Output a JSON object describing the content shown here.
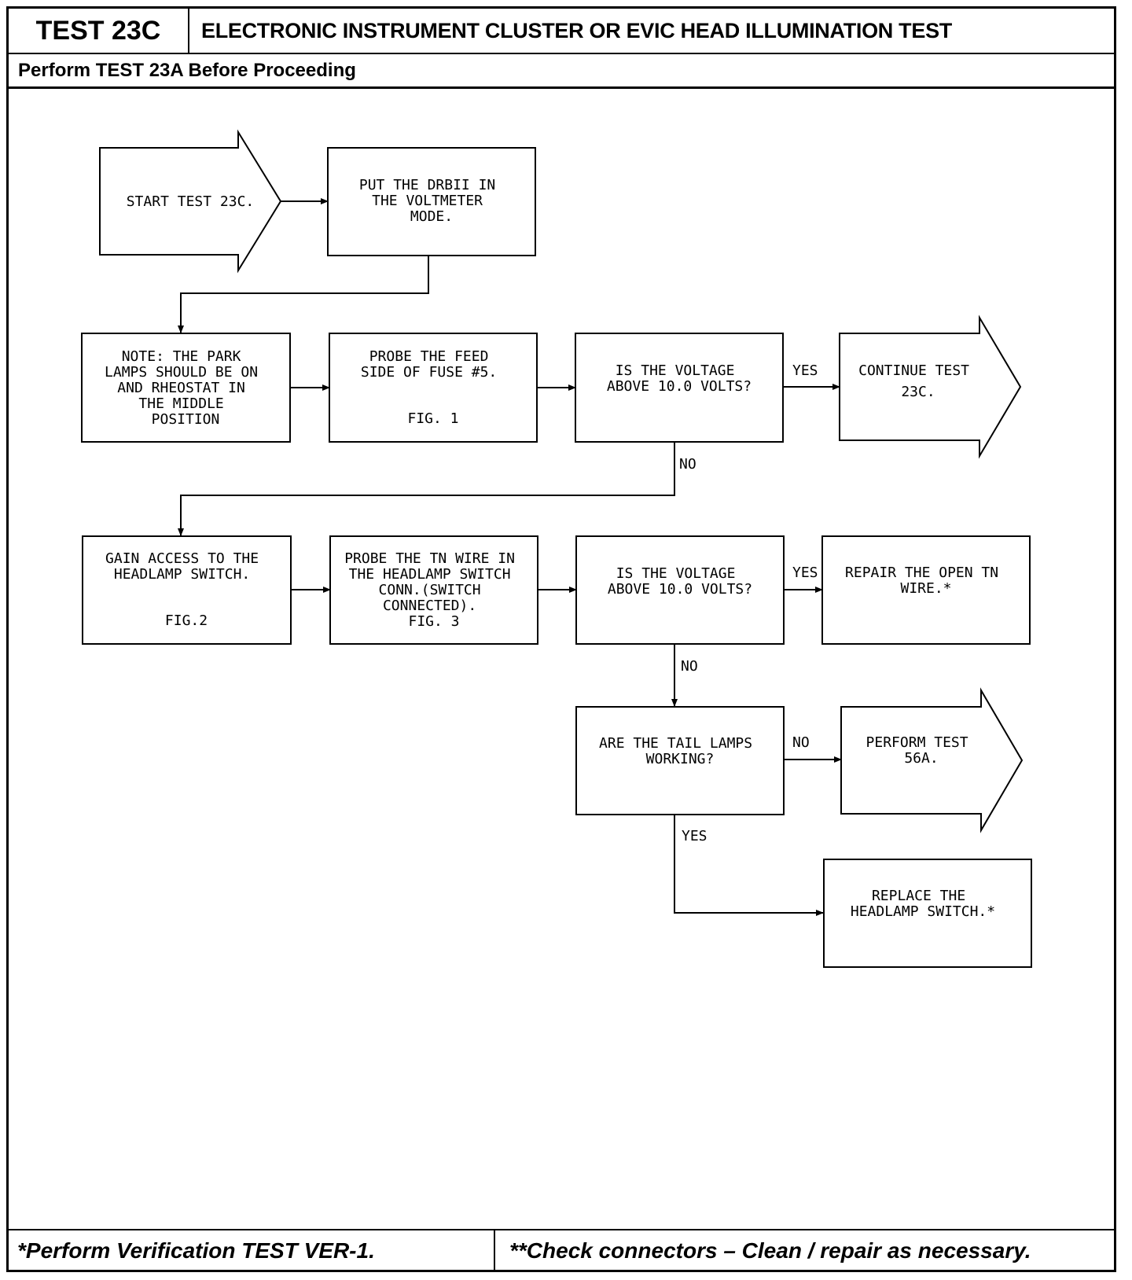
{
  "header": {
    "test_id": "TEST 23C",
    "title": "ELECTRONIC INSTRUMENT CLUSTER OR EVIC HEAD ILLUMINATION TEST",
    "prerequisite": "Perform TEST 23A Before Proceeding"
  },
  "flowchart": {
    "start": [
      "START TEST 23C."
    ],
    "put_drbii": [
      "PUT THE DRBII IN",
      "THE VOLTMETER",
      "MODE."
    ],
    "note_park": [
      "NOTE: THE PARK",
      "LAMPS SHOULD BE ON",
      "AND RHEOSTAT IN",
      "THE MIDDLE",
      "POSITION"
    ],
    "probe_feed": [
      "PROBE THE FEED",
      "SIDE OF FUSE #5."
    ],
    "probe_feed_fig": "FIG. 1",
    "q_voltage_1": [
      "IS THE VOLTAGE",
      "ABOVE 10.0 VOLTS?"
    ],
    "continue": [
      "CONTINUE TEST",
      "23C."
    ],
    "gain_access": [
      "GAIN ACCESS TO THE",
      "HEADLAMP SWITCH."
    ],
    "gain_access_fig": "FIG.2",
    "probe_tn": [
      "PROBE THE TN WIRE IN",
      "THE HEADLAMP SWITCH",
      "CONN.(SWITCH",
      "CONNECTED).",
      "FIG. 3"
    ],
    "q_voltage_2": [
      "IS THE VOLTAGE",
      "ABOVE 10.0 VOLTS?"
    ],
    "repair": [
      "REPAIR THE OPEN TN",
      "WIRE.*"
    ],
    "q_tail": [
      "ARE THE TAIL LAMPS",
      "WORKING?"
    ],
    "perform_56a": [
      "PERFORM TEST",
      "56A."
    ],
    "replace": [
      "REPLACE THE",
      "HEADLAMP SWITCH.*"
    ],
    "labels": {
      "yes_1": "YES",
      "no_1": "NO",
      "yes_2": "YES",
      "no_2": "NO",
      "no_3": "NO",
      "yes_3": "YES"
    }
  },
  "footer": {
    "left": "*Perform Verification TEST VER-1.",
    "right": "**Check connectors – Clean / repair as necessary."
  }
}
